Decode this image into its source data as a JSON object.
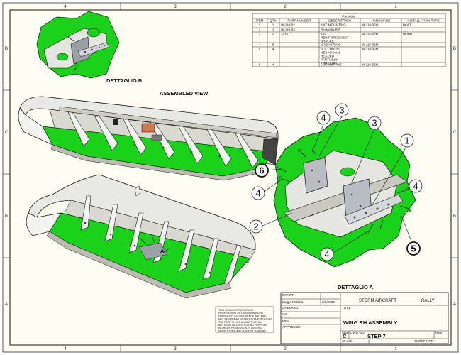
{
  "zones": {
    "top": [
      "4",
      "3",
      "2",
      "1"
    ],
    "side": [
      "D",
      "C",
      "B",
      "A"
    ]
  },
  "parts_list": {
    "title": "Parts List",
    "headers": [
      "ITEM",
      "QTY",
      "PART NUMBER",
      "DESCRIPTION",
      "HARDWARE",
      "INSTALLATION TYPE"
    ],
    "rows": [
      [
        "1",
        "1",
        "W-110-02",
        "180° MOUNT/HG",
        "W-110-02H",
        "BOLT"
      ],
      [
        "2",
        "1",
        "W-110-03",
        "RH MAIN RIB",
        "",
        ""
      ],
      [
        "3",
        "2",
        "3210",
        "182 REINFORCEMENT BRACKET",
        "W-110-02H",
        "BOND"
      ],
      [
        "4",
        "8",
        "",
        "WASHER M6",
        "W-110-02H",
        ""
      ],
      [
        "5",
        "4",
        "",
        "BOLT M6x35 HEXAGONAL HEADED PARTIALLY THREADED",
        "W-110-02H",
        ""
      ],
      [
        "6",
        "4",
        "",
        "LOCKNUT M6",
        "W-110-02H",
        ""
      ]
    ]
  },
  "views": {
    "detail_b": "DETTAGLIO B",
    "assembled": "ASSEMBLED VIEW",
    "detail_a": "DETTAGLIO A"
  },
  "callouts": [
    "4",
    "3",
    "3",
    "1",
    "6",
    "4",
    "4",
    "2",
    "4",
    "5"
  ],
  "title_block": {
    "drawn_label": "DRAWN",
    "drawn_by": "Biagio Pallotta",
    "drawn_date": "8/6/2006",
    "company": "STORM AIRCRAFT",
    "model": "RALLY",
    "checked_label": "CHECKED",
    "qa_label": "QA",
    "mfg_label": "MFG",
    "approved_label": "APPROVED",
    "title_label": "TITLE",
    "title": "WING RH ASSEMBLY",
    "size_label": "SIZE",
    "size": "C",
    "dwg_label": "DWG NO",
    "dwg_no": "STEP 7",
    "rev_label": "REV",
    "scale_label": "SCALE",
    "sheet_label": "SHEET 1 OF 1"
  },
  "note_lines": [
    "THIS DOCUMENT CONTAINS",
    "PROPRIETARY INFORMATION BEING",
    "FURNISHED IN CONFIDENCE AND MAY",
    "NOT BE SPREAD NOTWITHSTANDING THAT",
    "THE PAGE IS NOT AN INSTRUCTION",
    "BUT MUST BE USED FOR NO PURPOSE",
    "WITHOUT PERMISSION IN WRITING",
    "FROM STORM AIRCRAFT TO THIS END"
  ],
  "colors": {
    "paper": "#fefdf3",
    "green": "#19d219",
    "line": "#1a1a1a",
    "metal": "#b9bcc2",
    "skin": "#e9e9e4"
  }
}
